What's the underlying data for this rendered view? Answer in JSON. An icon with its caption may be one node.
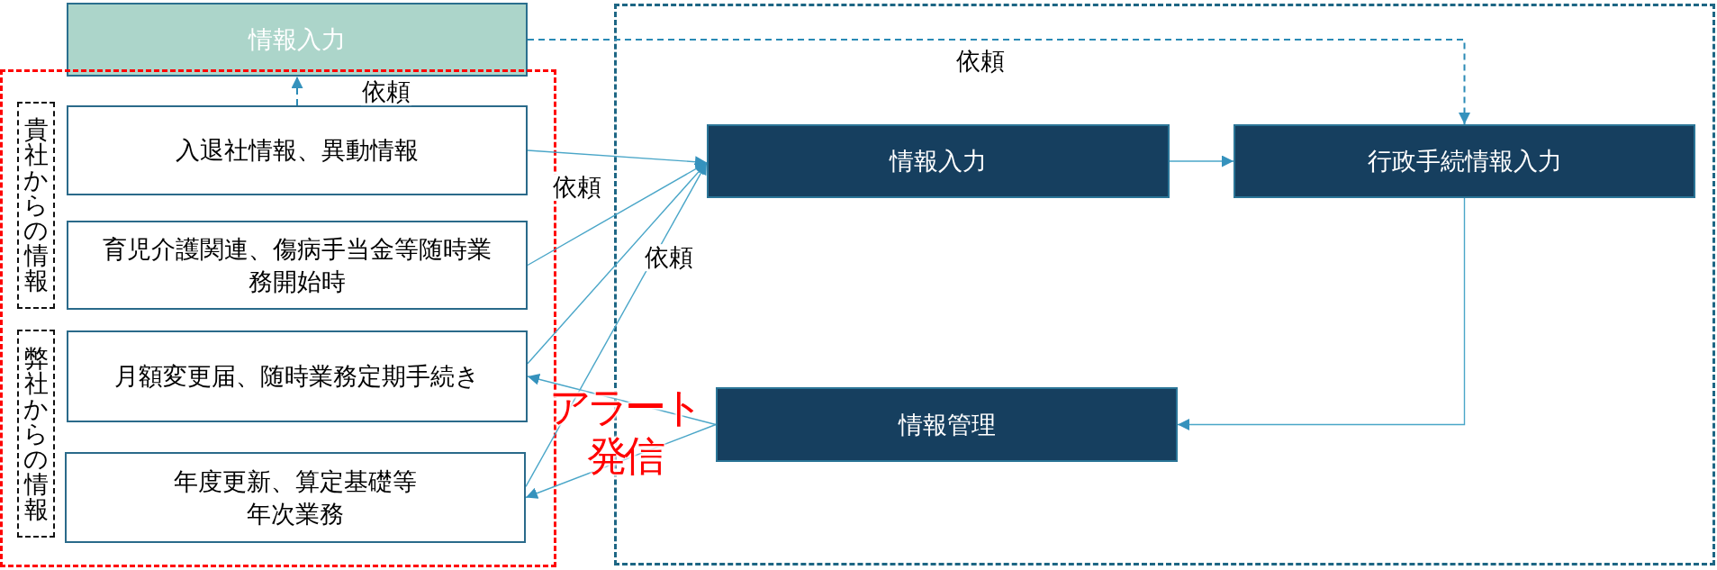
{
  "diagram": {
    "nodes": [
      {
        "text": [
          "情報入力"
        ]
      },
      {
        "text": [],
        "shape": "box"
      },
      {
        "text": [
          "貴社からの情報"
        ],
        "in": 1
      },
      {
        "text": [
          "入退社情報、異動情報"
        ],
        "in": 1
      },
      {
        "text": [
          "育児介護関連、傷病手当金等随時業務開始時"
        ],
        "in": 1
      },
      {
        "text": [
          "弊社からの情報"
        ],
        "in": 1
      },
      {
        "text": [
          "月額変更届、随時業務定期手続き"
        ],
        "in": 1
      },
      {
        "text": [
          "年度更新、算定基礎等年次業務"
        ],
        "in": 1
      },
      {
        "text": [],
        "shape": "box"
      },
      {
        "text": [
          "情報入力"
        ],
        "in": 8
      },
      {
        "text": [
          "行政手続情報入力"
        ],
        "in": 8
      },
      {
        "text": [
          "情報管理"
        ],
        "in": 8
      }
    ],
    "edges": [
      {
        "from": 3,
        "to": 0,
        "arrow": "to",
        "style": "dashed",
        "label": "依頼"
      },
      {
        "from": 0,
        "to": 10,
        "arrow": "to",
        "style": "dashed",
        "label": "依頼"
      },
      {
        "from": 3,
        "to": 9,
        "arrow": "to",
        "label": "依頼"
      },
      {
        "from": 4,
        "to": 9,
        "arrow": "to"
      },
      {
        "from": 6,
        "to": 9,
        "arrow": "to"
      },
      {
        "from": 7,
        "to": 9,
        "arrow": "to",
        "label": "依頼"
      },
      {
        "from": 9,
        "to": 10,
        "arrow": "to"
      },
      {
        "from": 10,
        "to": 11,
        "arrow": "to"
      },
      {
        "from": 11,
        "to": 6,
        "arrow": "to",
        "label": "アラート発信"
      },
      {
        "from": 11,
        "to": 7,
        "arrow": "to"
      }
    ]
  }
}
